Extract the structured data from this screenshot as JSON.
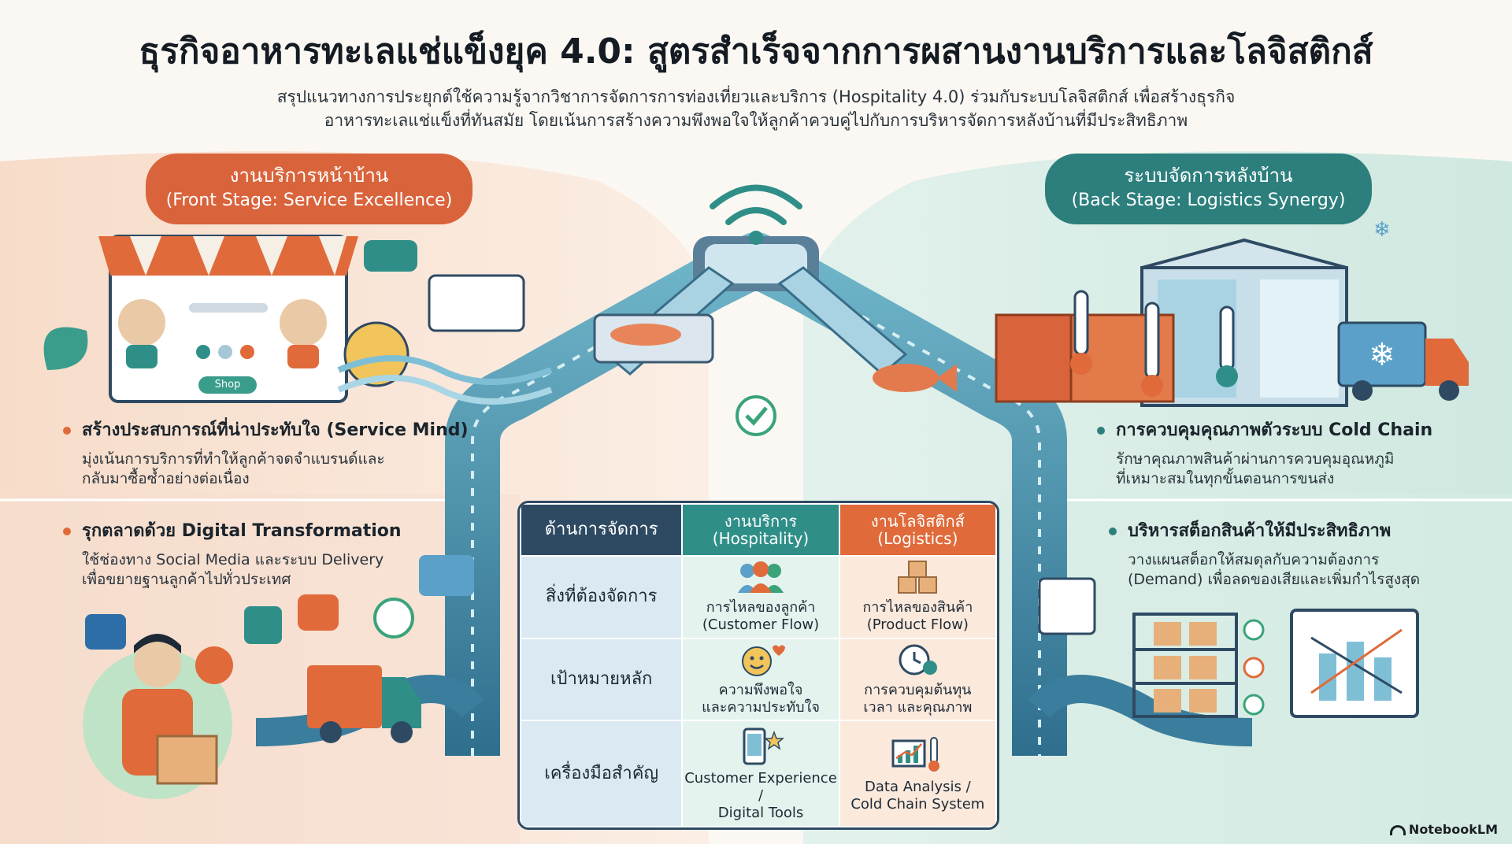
{
  "header": {
    "title": "ธุรกิจอาหารทะเลแช่แข็งยุค 4.0: สูตรสำเร็จจากการผสานงานบริการและโลจิสติกส์",
    "subtitle_line1": "สรุปแนวทางการประยุกต์ใช้ความรู้จากวิชาการจัดการการท่องเที่ยวและบริการ (Hospitality 4.0) ร่วมกับระบบโลจิสติกส์ เพื่อสร้างธุรกิจ",
    "subtitle_line2": "อาหารทะเลแช่แข็งที่ทันสมัย โดยเน้นการสร้างความพึงพอใจให้ลูกค้าควบคู่ไปกับการบริหารจัดการหลังบ้านที่มีประสิทธิภาพ"
  },
  "front_stage": {
    "title": "งานบริการหน้าบ้าน",
    "subtitle": "(Front Stage: Service Excellence)",
    "shop_button": "Shop",
    "points": [
      {
        "title": "สร้างประสบการณ์ที่น่าประทับใจ (Service Mind)",
        "desc_line1": "มุ่งเน้นการบริการที่ทำให้ลูกค้าจดจำแบรนด์และ",
        "desc_line2": "กลับมาซื้อซ้ำอย่างต่อเนื่อง"
      },
      {
        "title": "รุกตลาดด้วย Digital Transformation",
        "desc_line1": "ใช้ช่องทาง Social Media และระบบ Delivery",
        "desc_line2": "เพื่อขยายฐานลูกค้าไปทั่วประเทศ"
      }
    ]
  },
  "back_stage": {
    "title": "ระบบจัดการหลังบ้าน",
    "subtitle": "(Back Stage: Logistics Synergy)",
    "points": [
      {
        "title": "การควบคุมคุณภาพตัวระบบ Cold Chain",
        "desc_line1": "รักษาคุณภาพสินค้าผ่านการควบคุมอุณหภูมิ",
        "desc_line2": "ที่เหมาะสมในทุกขั้นตอนการขนส่ง"
      },
      {
        "title": "บริหารสต็อกสินค้าให้มีประสิทธิภาพ",
        "desc_line1": "วางแผนสต็อกให้สมดุลกับความต้องการ",
        "desc_line2": "(Demand) เพื่อลดของเสียและเพิ่มกำไรสูงสุด"
      }
    ]
  },
  "table": {
    "header": {
      "aspect": "ด้านการจัดการ",
      "hosp_line1": "งานบริการ",
      "hosp_line2": "(Hospitality)",
      "log_line1": "งานโลจิสติกส์",
      "log_line2": "(Logistics)"
    },
    "rows": [
      {
        "aspect": "สิ่งที่ต้องจัดการ",
        "hosp_line1": "การไหลของลูกค้า",
        "hosp_line2": "(Customer Flow)",
        "log_line1": "การไหลของสินค้า",
        "log_line2": "(Product Flow)"
      },
      {
        "aspect": "เป้าหมายหลัก",
        "hosp_line1": "ความพึงพอใจ",
        "hosp_line2": "และความประทับใจ",
        "log_line1": "การควบคุมต้นทุน",
        "log_line2": "เวลา และคุณภาพ"
      },
      {
        "aspect": "เครื่องมือสำคัญ",
        "hosp_line1": "Customer Experience /",
        "hosp_line2": "Digital Tools",
        "log_line1": "Data Analysis /",
        "log_line2": "Cold Chain System"
      }
    ]
  },
  "brand": "NotebookLM",
  "colors": {
    "front_accent": "#d9643c",
    "back_accent": "#2c7f7c",
    "table_header": "#2e4a63",
    "path_blue": "#3a7d9c"
  }
}
